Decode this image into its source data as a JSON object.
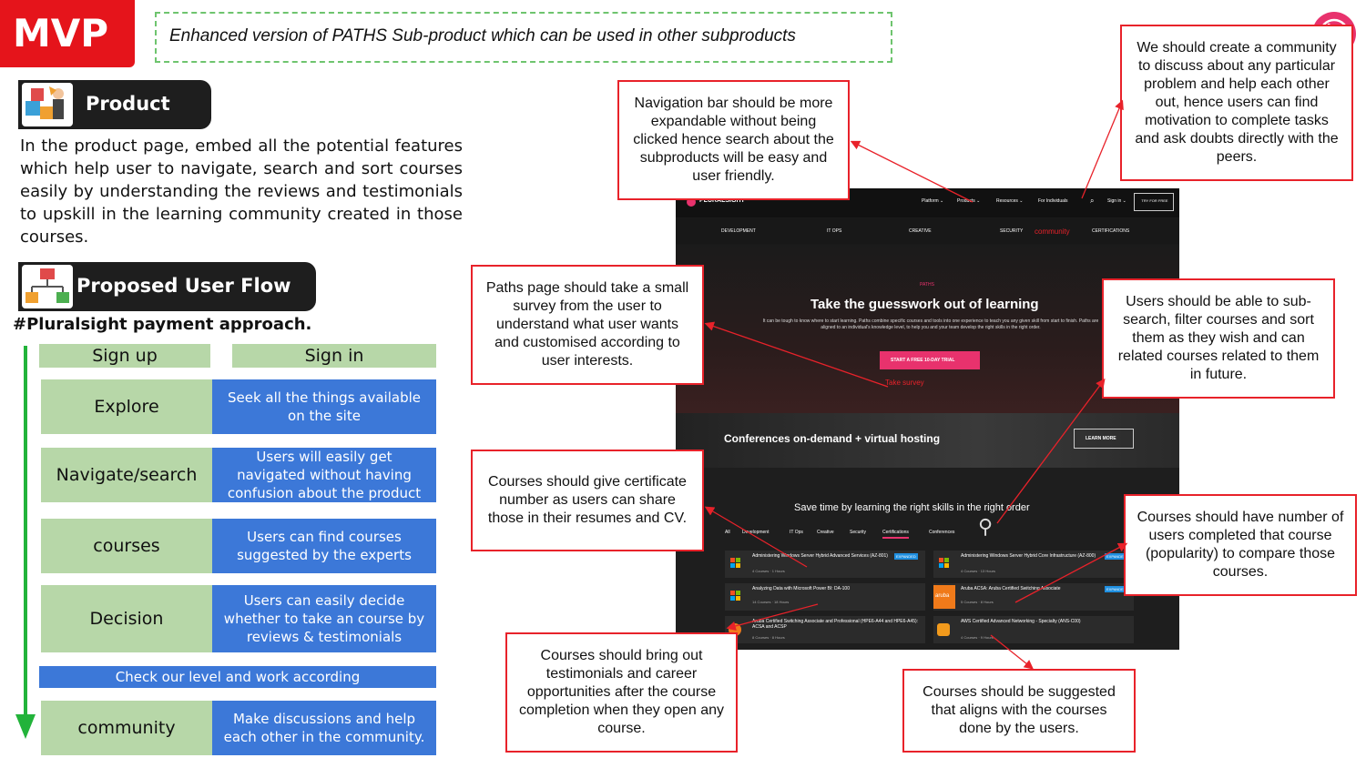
{
  "header": {
    "badge": "MVP",
    "subtitle": "Enhanced version of PATHS Sub-product which can be used in other subproducts"
  },
  "product": {
    "heading": "Product",
    "icon": "puzzle-people-icon",
    "description": "In the product page, embed all the potential features which help user to navigate,  search and sort courses easily by understanding the reviews and testimonials to upskill in the learning community created in those courses."
  },
  "flow": {
    "heading": "Proposed User  Flow",
    "icon": "flowchart-icon",
    "payment_note": "#Pluralsight payment approach.",
    "sign_up": "Sign up",
    "sign_in": "Sign in",
    "steps": [
      {
        "stage": "Explore",
        "detail": "Seek all the things available on the site"
      },
      {
        "stage": "Navigate/search",
        "detail": "Users will easily get navigated without having confusion about the product"
      },
      {
        "stage": "courses",
        "detail": "Users can find courses suggested by the experts"
      },
      {
        "stage": "Decision",
        "detail": "Users can easily decide whether to take an course by reviews &  testimonials"
      }
    ],
    "level_bar": "Check our level and work according",
    "final": {
      "stage": "community",
      "detail": "Make discussions and help each other in the community."
    }
  },
  "notes": {
    "navigation": "Navigation bar should be more expandable without being clicked hence search about the subproducts will be easy and user friendly.",
    "community": "We should create a community to discuss about any particular problem and help each other out, hence users can find motivation to complete tasks and ask doubts directly with the peers.",
    "survey": "Paths page should take a small survey from the user to understand what user wants and customised according to user interests.",
    "subsearch": "Users should be able to sub-search, filter courses and sort them as they wish and can related courses related to them in future.",
    "certificate": "Courses should give certificate number as users can share those in their resumes and CV.",
    "popularity": "Courses should have number of users completed that course (popularity) to compare those courses.",
    "testimonials": "Courses should bring out testimonials and career opportunities after the course completion when they open any course.",
    "suggested": "Courses should be suggested that aligns with the courses done by the users."
  },
  "site": {
    "brand": "PLURALSIGHT",
    "nav": [
      "Platform ⌄",
      "Products ⌄",
      "Resources ⌄",
      "For Individuals",
      "Sign in ⌄"
    ],
    "trial_button": "TRY FOR FREE",
    "subnav": [
      "DEVELOPMENT",
      "IT OPS",
      "CREATIVE",
      "SECURITY",
      "CERTIFICATIONS"
    ],
    "community_label": "community",
    "paths_label": "PATHS",
    "hero_title": "Take the guesswork out of learning",
    "hero_text": "It can be tough to know where to start learning. Paths combine specific courses and tools into one experience to teach you any given skill from start to finish. Paths are aligned to an individual's knowledge level, to help you and your team develop the right skills in the right order.",
    "hero_button": "START A FREE 10-DAY TRIAL",
    "take_survey": "Take survey",
    "conf_title": "Conferences on-demand + virtual hosting",
    "learn_more": "LEARN MORE",
    "save_time": "Save time by learning the right skills in the right order",
    "tabs": [
      "All",
      "Development",
      "IT Ops",
      "Creative",
      "Security",
      "Certifications",
      "Conferences"
    ],
    "cards": [
      {
        "title": "Administering Windows Server Hybrid Advanced Services (AZ-801)",
        "meta": "4 Courses · 1 Hours",
        "badge": "EXPANDED",
        "logo": "microsoft"
      },
      {
        "title": "Administering Windows Server Hybrid Core Infrastructure (AZ-800)",
        "meta": "4 Courses · 13 Hours",
        "badge": "EXPANDED",
        "logo": "microsoft"
      },
      {
        "title": "Analyzing Data with Microsoft Power BI: DA-100",
        "meta": "14 Courses · 18 Hours",
        "badge": "",
        "logo": "microsoft"
      },
      {
        "title": "Aruba ACSA: Aruba Certified Switching Associate",
        "meta": "5 Courses · 8 Hours",
        "badge": "EXPANDED",
        "logo": "aruba"
      },
      {
        "title": "Aruba Certified Switching Associate and Professional (HPE6-A44 and HPE6-A45): ACSA and ACSP",
        "meta": "8 Courses · 8 Hours",
        "badge": "",
        "logo": "aruba-small"
      },
      {
        "title": "AWS Certified Advanced Networking - Specialty (ANS-C00)",
        "meta": "4 Courses · 9 Hours",
        "badge": "",
        "logo": "aws"
      }
    ]
  },
  "colors": {
    "accent_red": "#e5141b",
    "flow_green": "#b7d7a8",
    "flow_blue": "#3c78d8",
    "pluralsight_pink": "#e8326d",
    "arrow_red": "#e8222a"
  }
}
